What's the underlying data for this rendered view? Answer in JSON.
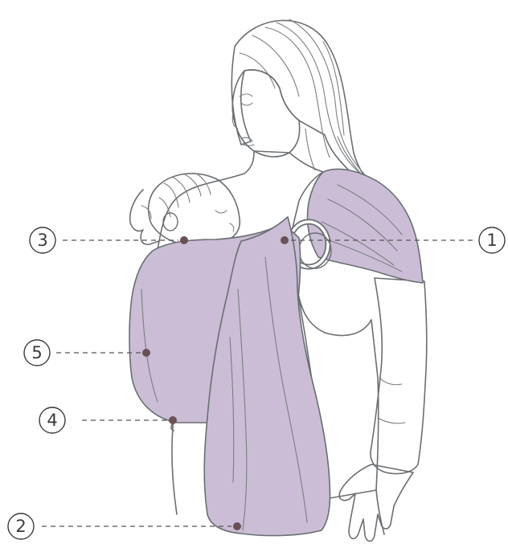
{
  "colors": {
    "sling": "#cbbdd6",
    "outline": "#6a6e72",
    "marker": "#6b4f55",
    "background": "#ffffff"
  },
  "callouts": [
    {
      "number": "1"
    },
    {
      "number": "2"
    },
    {
      "number": "3"
    },
    {
      "number": "4"
    },
    {
      "number": "5"
    }
  ]
}
